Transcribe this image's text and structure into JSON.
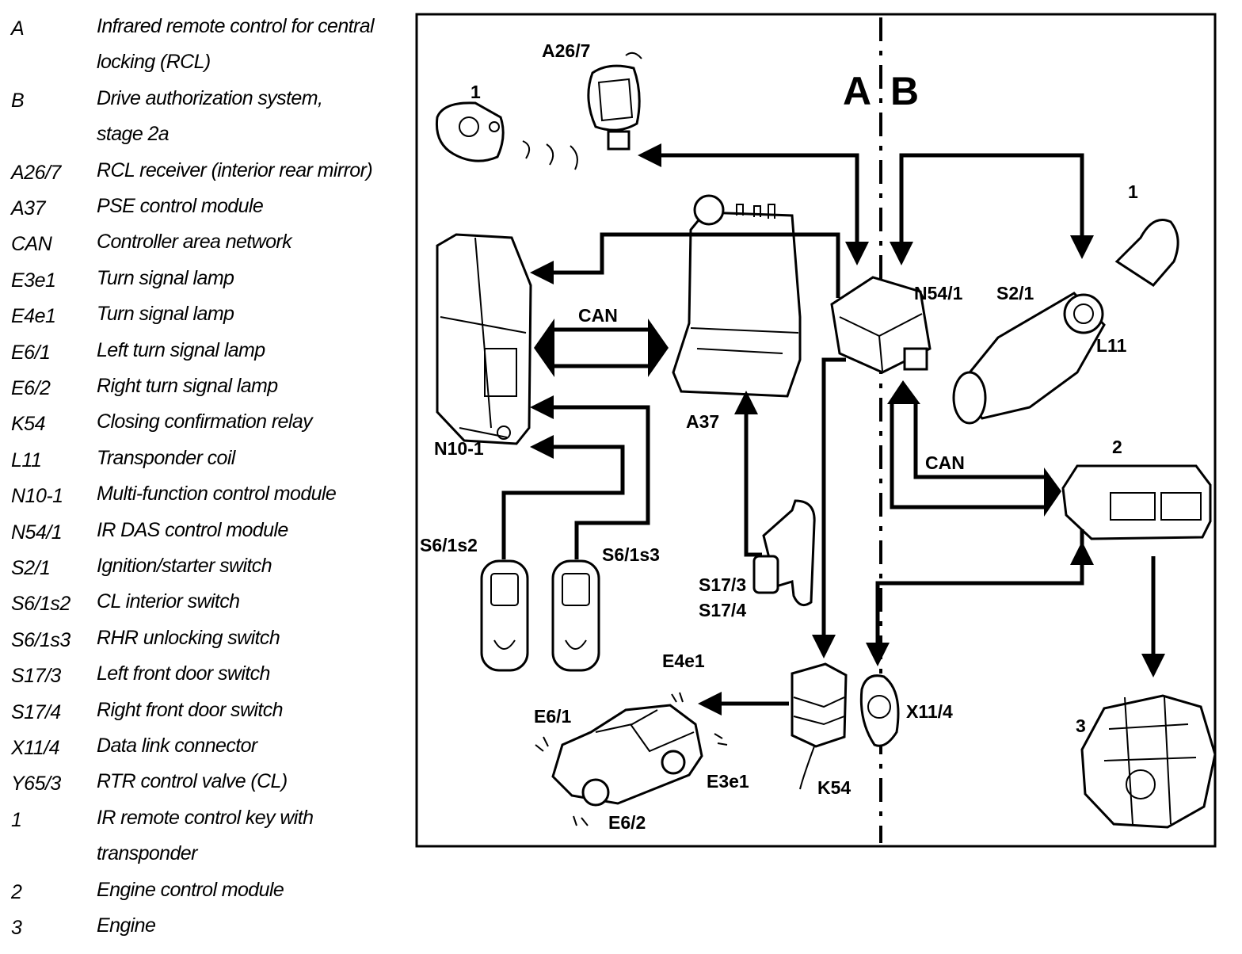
{
  "legend": [
    {
      "code": "A",
      "desc": "Infrared remote control for central\nlocking (RCL)"
    },
    {
      "code": "B",
      "desc": "Drive authorization system,\nstage 2a"
    },
    {
      "code": "A26/7",
      "desc": "RCL receiver (interior rear mirror)"
    },
    {
      "code": "A37",
      "desc": "PSE control module"
    },
    {
      "code": "CAN",
      "desc": "Controller area network"
    },
    {
      "code": "E3e1",
      "desc": "Turn signal lamp"
    },
    {
      "code": "E4e1",
      "desc": "Turn signal lamp"
    },
    {
      "code": "E6/1",
      "desc": "Left turn signal lamp"
    },
    {
      "code": "E6/2",
      "desc": "Right turn signal lamp"
    },
    {
      "code": "K54",
      "desc": "Closing confirmation relay"
    },
    {
      "code": "L11",
      "desc": "Transponder coil"
    },
    {
      "code": "N10-1",
      "desc": "Multi-function control module"
    },
    {
      "code": "N54/1",
      "desc": "IR DAS control module"
    },
    {
      "code": "S2/1",
      "desc": "Ignition/starter switch"
    },
    {
      "code": "S6/1s2",
      "desc": "CL interior switch"
    },
    {
      "code": "S6/1s3",
      "desc": "RHR unlocking switch"
    },
    {
      "code": "S17/3",
      "desc": "Left front door switch"
    },
    {
      "code": "S17/4",
      "desc": "Right front door switch"
    },
    {
      "code": "X11/4",
      "desc": "Data link connector"
    },
    {
      "code": "Y65/3",
      "desc": "RTR control valve (CL)"
    },
    {
      "code": "1",
      "desc": "IR remote control key with\ntransponder"
    },
    {
      "code": "2",
      "desc": "Engine control module"
    },
    {
      "code": "3",
      "desc": "Engine"
    }
  ],
  "diagram": {
    "zone_a": "A",
    "zone_b": "B",
    "labels": {
      "a26_7": "A26/7",
      "key_1_left": "1",
      "key_1_right": "1",
      "n10_1": "N10-1",
      "can_left": "CAN",
      "a37": "A37",
      "n54_1": "N54/1",
      "s2_1": "S2/1",
      "l11": "L11",
      "can_right": "CAN",
      "ecm_2": "2",
      "s6_1s2": "S6/1s2",
      "s6_1s3": "S6/1s3",
      "s17_3": "S17/3",
      "s17_4": "S17/4",
      "x11_4": "X11/4",
      "e4e1": "E4e1",
      "e6_1": "E6/1",
      "e3e1": "E3e1",
      "e6_2": "E6/2",
      "k54": "K54",
      "engine_3": "3"
    }
  }
}
